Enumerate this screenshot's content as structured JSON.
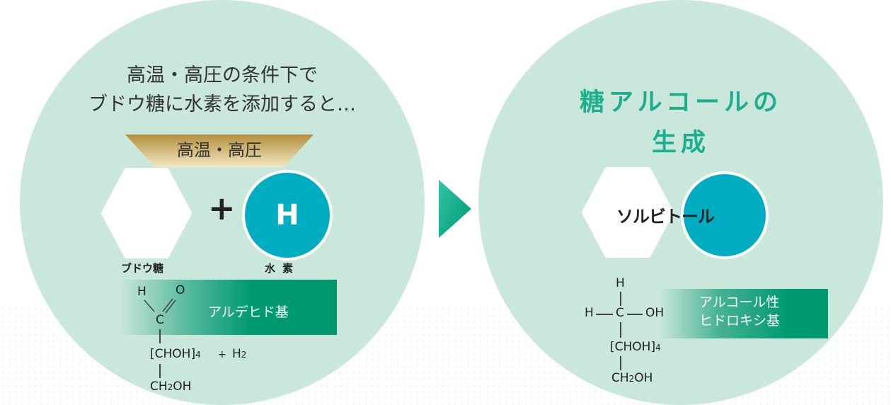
{
  "left": {
    "intro_line1": "高温・高圧の条件下で",
    "intro_line2": "ブドウ糖に水素を添加すると…",
    "condition_label": "高温・高圧",
    "plus": "+",
    "hydrogen_symbol": "H",
    "glucose_caption": "ブドウ糖",
    "hydrogen_caption": "水素",
    "group_label": "アルデヒド基",
    "formula": {
      "h": "H",
      "o": "O",
      "c": "C",
      "chain": "[CHOH]",
      "chain_sub": "4",
      "plus": "+",
      "h2": "H",
      "h2_sub": "2",
      "end_a": "CH",
      "end_sub": "2",
      "end_b": "OH"
    }
  },
  "right": {
    "title_line1": "糖アルコールの",
    "title_line2": "生成",
    "product_label": "ソルビトール",
    "group_label_line1": "アルコール性",
    "group_label_line2": "ヒドロキシ基",
    "formula": {
      "h_top": "H",
      "h_left": "H",
      "c": "C",
      "oh": "OH",
      "chain": "[CHOH]",
      "chain_sub": "4",
      "end_a": "CH",
      "end_sub": "2",
      "end_b": "OH"
    }
  },
  "colors": {
    "circle_bg": "#c9e7da",
    "hydrogen": "#00adc1",
    "accent_green": "#1cae8f",
    "band_green": "#009a72",
    "gold": "#c9a84a"
  },
  "icons": {
    "arrow": "triangle-right-icon",
    "hexagon": "hexagon-shape"
  }
}
